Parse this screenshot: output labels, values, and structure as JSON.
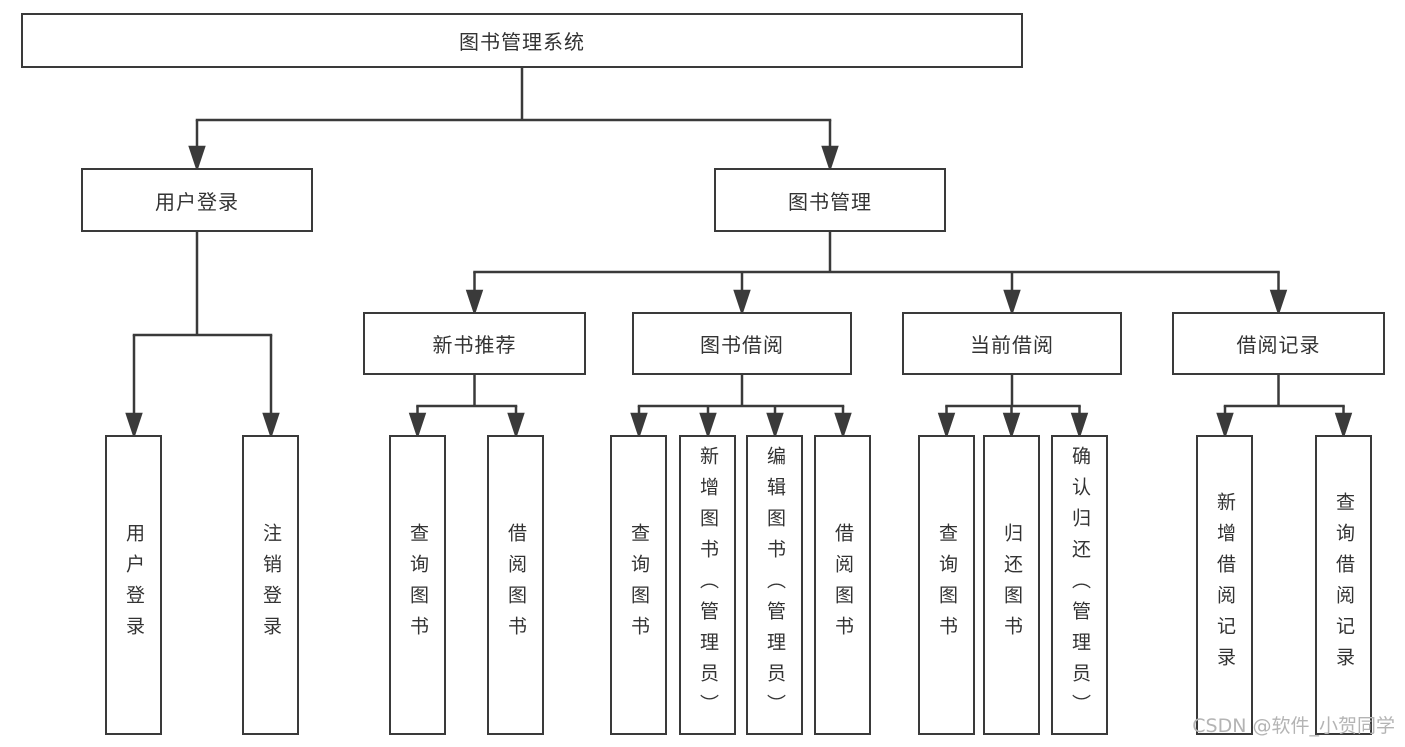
{
  "diagram": {
    "root": {
      "label": "图书管理系统"
    },
    "user_login": {
      "label": "用户登录",
      "children": [
        {
          "label": "用户登录"
        },
        {
          "label": "注销登录"
        }
      ]
    },
    "book_management": {
      "label": "图书管理",
      "groups": [
        {
          "label": "新书推荐",
          "children": [
            {
              "label": "查询图书"
            },
            {
              "label": "借阅图书"
            }
          ]
        },
        {
          "label": "图书借阅",
          "children": [
            {
              "label": "查询图书"
            },
            {
              "label": "新增图书（管理员）"
            },
            {
              "label": "编辑图书（管理员）"
            },
            {
              "label": "借阅图书"
            }
          ]
        },
        {
          "label": "当前借阅",
          "children": [
            {
              "label": "查询图书"
            },
            {
              "label": "归还图书"
            },
            {
              "label": "确认归还（管理员）"
            }
          ]
        },
        {
          "label": "借阅记录",
          "children": [
            {
              "label": "新增借阅记录"
            },
            {
              "label": "查询借阅记录"
            }
          ]
        }
      ]
    },
    "colors": {
      "line": "#3a3a3a",
      "text": "#333333",
      "watermark": "#b4b4b4"
    }
  },
  "watermark": {
    "text": "CSDN @软件_小贺同学"
  }
}
